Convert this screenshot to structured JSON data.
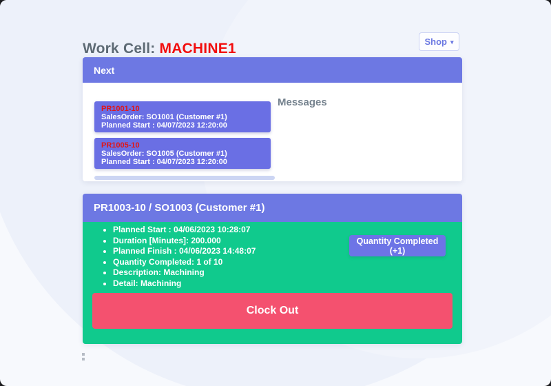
{
  "page": {
    "title_prefix": "Work Cell: ",
    "machine_name": "MACHINE1"
  },
  "header": {
    "shop_label": "Shop",
    "shop_caret": "▾"
  },
  "next_card": {
    "title": "Next",
    "messages_title": "Messages",
    "jobs": [
      {
        "id": "PR1001-10",
        "sales_order": "SalesOrder: SO1001 (Customer #1)",
        "planned_start": "Planned Start : 04/07/2023 12:20:00"
      },
      {
        "id": "PR1005-10",
        "sales_order": "SalesOrder: SO1005 (Customer #1)",
        "planned_start": "Planned Start : 04/07/2023 12:20:00"
      }
    ]
  },
  "active_card": {
    "title": "PR1003-10 / SO1003 (Customer #1)",
    "details": [
      "Planned Start : 04/06/2023 10:28:07",
      "Duration [Minutes]: 200.000",
      "Planned Finish : 04/06/2023 14:48:07",
      "Quantity Completed: 1 of 10",
      "Description: Machining",
      "Detail: Machining"
    ],
    "quantity_button_label": "Quantity Completed (+1)",
    "clock_out_label": "Clock Out"
  },
  "colors": {
    "accent_purple": "#6d78e3",
    "job_item_purple": "#6a6fe4",
    "success_green": "#10ca8d",
    "danger_pink": "#f4516f",
    "alert_red": "#f20d0d",
    "title_gray": "#5d6a74"
  }
}
